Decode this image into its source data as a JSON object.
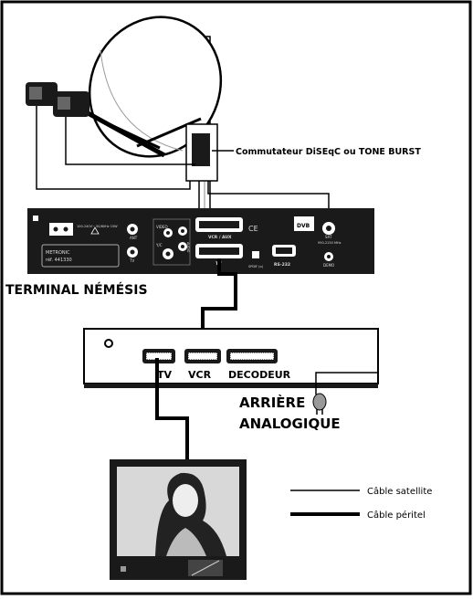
{
  "labels": {
    "switch": "Commutateur DiSEqC ou TONE BURST",
    "terminal": "TERMINAL NÉMÉSIS",
    "arriere_line1": "ARRIÈRE",
    "arriere_line2": "ANALOGIQUE"
  },
  "terminal_panel": {
    "scart_vcr": "VCR / AUX",
    "scart_tv": "TV",
    "ant": "ANT",
    "tv_rf": "TV",
    "video": "VIDEO",
    "svhs": "Y/C",
    "audio": "AUDIO",
    "spdif": "SPDIF (o)",
    "rs232": "RS-232",
    "sat": "SAT",
    "sat_spec": "950-2150 MHz",
    "demo": "DEMO",
    "dvb": "DVB",
    "brand": "METRONIC",
    "ref": "réf. 441330",
    "ce": "CE",
    "power": "100-240V~ 50/60Hz 15W"
  },
  "analog_panel": {
    "tv": "TV",
    "vcr": "VCR",
    "decodeur": "DECODEUR"
  },
  "legend": {
    "sat_cable": "Câble satellite",
    "peritel_cable": "Câble péritel"
  }
}
